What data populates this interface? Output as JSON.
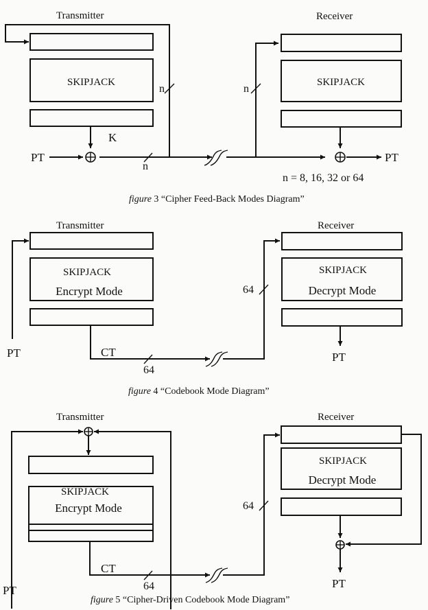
{
  "figure3": {
    "transmitter_label": "Transmitter",
    "receiver_label": "Receiver",
    "tx_block_label": "SKIPJACK",
    "rx_block_label": "SKIPJACK",
    "key_label": "K",
    "input_label": "PT",
    "output_label": "PT",
    "bus_width_labels": [
      "n",
      "n",
      "n"
    ],
    "note": "n = 8, 16, 32 or 64",
    "caption_prefix": "figure",
    "caption_text": " 3 “Cipher Feed-Back Modes Diagram”"
  },
  "figure4": {
    "transmitter_label": "Transmitter",
    "receiver_label": "Receiver",
    "tx_block_line1": "SKIPJACK",
    "tx_block_line2": "Encrypt Mode",
    "rx_block_line1": "SKIPJACK",
    "rx_block_line2": "Decrypt Mode",
    "input_label": "PT",
    "ciphertext_label": "CT",
    "output_label": "PT",
    "bus_width_labels": [
      "64",
      "64"
    ],
    "caption_prefix": "figure",
    "caption_text": " 4 “Codebook Mode Diagram”"
  },
  "figure5": {
    "transmitter_label": "Transmitter",
    "receiver_label": "Receiver",
    "tx_block_line1": "SKIPJACK",
    "tx_block_line2": "Encrypt Mode",
    "rx_block_line1": "SKIPJACK",
    "rx_block_line2": "Decrypt Mode",
    "input_label": "PT",
    "ciphertext_label": "CT",
    "output_label": "PT",
    "bus_width_labels": [
      "64",
      "64"
    ],
    "caption_prefix": "figure",
    "caption_text": " 5 “Cipher-Driven Codebook Mode Diagram”"
  },
  "symbols": {
    "xor": "⊕"
  }
}
